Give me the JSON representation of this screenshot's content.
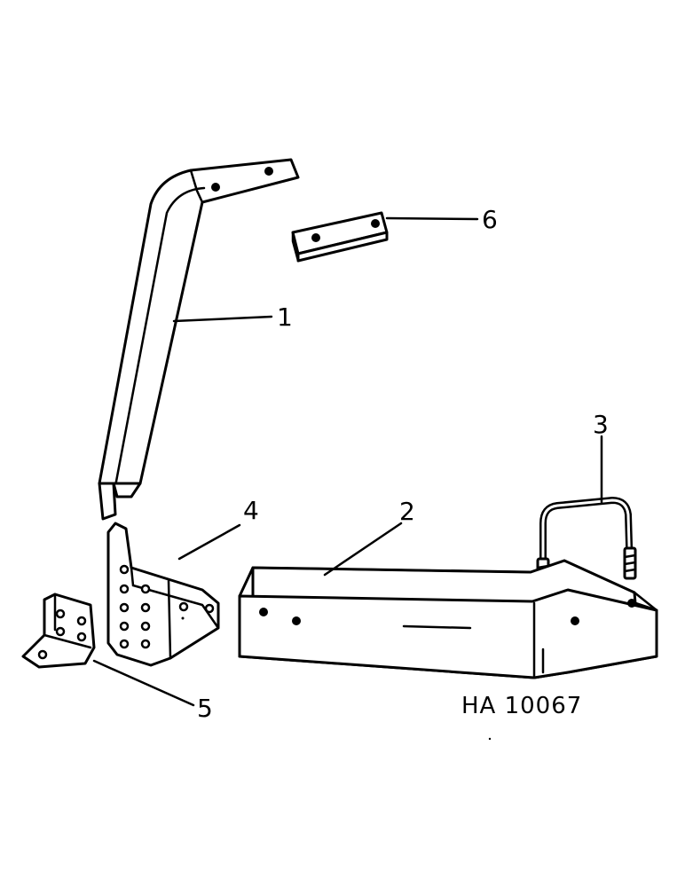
{
  "callouts": {
    "part1": "1",
    "part2": "2",
    "part3": "3",
    "part4": "4",
    "part5": "5",
    "part6": "6"
  },
  "drawing_ref": "HA 10067"
}
